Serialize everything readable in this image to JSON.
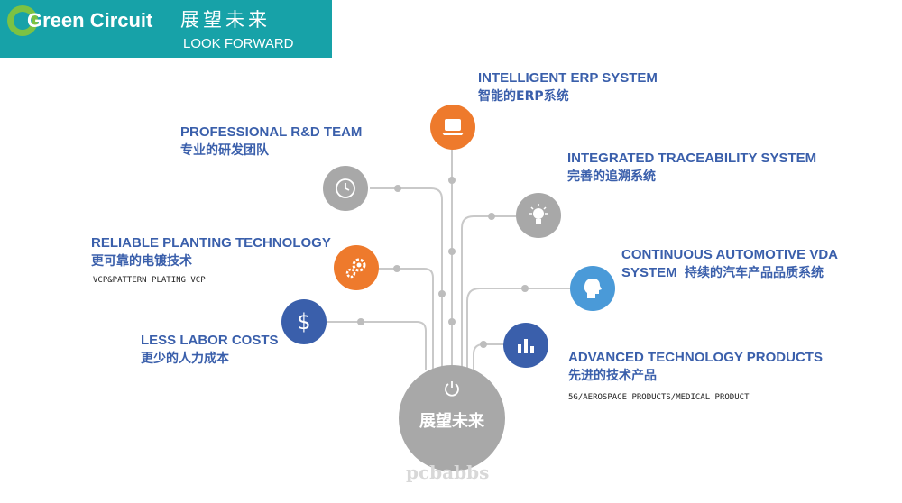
{
  "header": {
    "brand": "Green Circuit",
    "title_cn": "展望未来",
    "title_en": "LOOK FORWARD",
    "color": "#17a2a8"
  },
  "center": {
    "label": "展望未来",
    "icon": "power-icon",
    "color": "#a8a8a8"
  },
  "nodes": [
    {
      "id": "erp",
      "title": "INTELLIGENT ERP SYSTEM",
      "title_cn": "智能的ERP系统",
      "icon": "laptop-icon",
      "color": "#ee7a2c"
    },
    {
      "id": "rd",
      "title": "PROFESSIONAL R&D TEAM",
      "title_cn": "专业的研发团队",
      "icon": "clock-icon",
      "color": "#a8a8a8"
    },
    {
      "id": "trace",
      "title": "INTEGRATED TRACEABILITY SYSTEM",
      "title_cn": "完善的追溯系统",
      "icon": "lightbulb-icon",
      "color": "#a8a8a8"
    },
    {
      "id": "plating",
      "title": "RELIABLE PLANTING TECHNOLOGY",
      "title_cn": "更可靠的电镀技术",
      "subtitle": "VCP&PATTERN PLATING VCP",
      "icon": "gears-icon",
      "color": "#ee7a2c"
    },
    {
      "id": "vda",
      "title_line1": "CONTINUOUS AUTOMOTIVE VDA",
      "title_line2": "SYSTEM",
      "title_cn": "持续的汽车产品品质系统",
      "icon": "head-icon",
      "color": "#4a9ad8"
    },
    {
      "id": "labor",
      "title": "LESS LABOR COSTS",
      "title_cn": "更少的人力成本",
      "icon": "dollar-icon",
      "color": "#3a5fab"
    },
    {
      "id": "advanced",
      "title": "ADVANCED TECHNOLOGY PRODUCTS",
      "title_cn": "先进的技术产品",
      "subtitle": "5G/AEROSPACE PRODUCTS/MEDICAL PRODUCT",
      "icon": "bar-chart-icon",
      "color": "#3a5fab"
    }
  ],
  "watermark": "pcbabbs"
}
